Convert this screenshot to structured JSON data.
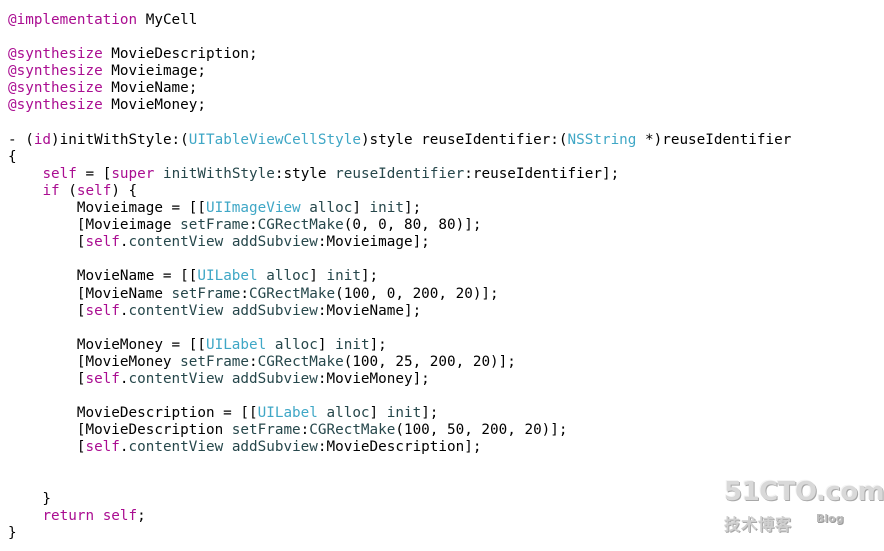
{
  "code_lines": [
    [
      {
        "t": "@implementation",
        "c": "kw"
      },
      {
        "t": " MyCell",
        "c": "plain"
      }
    ],
    [],
    [
      {
        "t": "@synthesize",
        "c": "kw"
      },
      {
        "t": " MovieDescription;",
        "c": "plain"
      }
    ],
    [
      {
        "t": "@synthesize",
        "c": "kw"
      },
      {
        "t": " Movieimage;",
        "c": "plain"
      }
    ],
    [
      {
        "t": "@synthesize",
        "c": "kw"
      },
      {
        "t": " MovieName;",
        "c": "plain"
      }
    ],
    [
      {
        "t": "@synthesize",
        "c": "kw"
      },
      {
        "t": " MovieMoney;",
        "c": "plain"
      }
    ],
    [],
    [
      {
        "t": "- (",
        "c": "plain"
      },
      {
        "t": "id",
        "c": "kw"
      },
      {
        "t": ")initWithStyle:(",
        "c": "plain"
      },
      {
        "t": "UITableViewCellStyle",
        "c": "cls"
      },
      {
        "t": ")style reuseIdentifier:(",
        "c": "plain"
      },
      {
        "t": "NSString",
        "c": "cls"
      },
      {
        "t": " *)reuseIdentifier",
        "c": "plain"
      }
    ],
    [
      {
        "t": "{",
        "c": "plain"
      }
    ],
    [
      {
        "t": "    ",
        "c": "plain"
      },
      {
        "t": "self",
        "c": "kw"
      },
      {
        "t": " = [",
        "c": "plain"
      },
      {
        "t": "super",
        "c": "kw"
      },
      {
        "t": " ",
        "c": "plain"
      },
      {
        "t": "initWithStyle",
        "c": "msg"
      },
      {
        "t": ":style ",
        "c": "plain"
      },
      {
        "t": "reuseIdentifier",
        "c": "msg"
      },
      {
        "t": ":reuseIdentifier];",
        "c": "plain"
      }
    ],
    [
      {
        "t": "    ",
        "c": "plain"
      },
      {
        "t": "if",
        "c": "kw"
      },
      {
        "t": " (",
        "c": "plain"
      },
      {
        "t": "self",
        "c": "kw"
      },
      {
        "t": ") {",
        "c": "plain"
      }
    ],
    [
      {
        "t": "        Movieimage = [[",
        "c": "plain"
      },
      {
        "t": "UIImageView",
        "c": "cls"
      },
      {
        "t": " ",
        "c": "plain"
      },
      {
        "t": "alloc",
        "c": "msg"
      },
      {
        "t": "] ",
        "c": "plain"
      },
      {
        "t": "init",
        "c": "msg"
      },
      {
        "t": "];",
        "c": "plain"
      }
    ],
    [
      {
        "t": "        [Movieimage ",
        "c": "plain"
      },
      {
        "t": "setFrame",
        "c": "msg"
      },
      {
        "t": ":",
        "c": "plain"
      },
      {
        "t": "CGRectMake",
        "c": "msg"
      },
      {
        "t": "(0, 0, 80, 80)];",
        "c": "plain"
      }
    ],
    [
      {
        "t": "        [",
        "c": "plain"
      },
      {
        "t": "self",
        "c": "kw"
      },
      {
        "t": ".",
        "c": "plain"
      },
      {
        "t": "contentView",
        "c": "msg"
      },
      {
        "t": " ",
        "c": "plain"
      },
      {
        "t": "addSubview",
        "c": "msg"
      },
      {
        "t": ":Movieimage];",
        "c": "plain"
      }
    ],
    [],
    [
      {
        "t": "        MovieName = [[",
        "c": "plain"
      },
      {
        "t": "UILabel",
        "c": "cls"
      },
      {
        "t": " ",
        "c": "plain"
      },
      {
        "t": "alloc",
        "c": "msg"
      },
      {
        "t": "] ",
        "c": "plain"
      },
      {
        "t": "init",
        "c": "msg"
      },
      {
        "t": "];",
        "c": "plain"
      }
    ],
    [
      {
        "t": "        [MovieName ",
        "c": "plain"
      },
      {
        "t": "setFrame",
        "c": "msg"
      },
      {
        "t": ":",
        "c": "plain"
      },
      {
        "t": "CGRectMake",
        "c": "msg"
      },
      {
        "t": "(100, 0, 200, 20)];",
        "c": "plain"
      }
    ],
    [
      {
        "t": "        [",
        "c": "plain"
      },
      {
        "t": "self",
        "c": "kw"
      },
      {
        "t": ".",
        "c": "plain"
      },
      {
        "t": "contentView",
        "c": "msg"
      },
      {
        "t": " ",
        "c": "plain"
      },
      {
        "t": "addSubview",
        "c": "msg"
      },
      {
        "t": ":MovieName];",
        "c": "plain"
      }
    ],
    [],
    [
      {
        "t": "        MovieMoney = [[",
        "c": "plain"
      },
      {
        "t": "UILabel",
        "c": "cls"
      },
      {
        "t": " ",
        "c": "plain"
      },
      {
        "t": "alloc",
        "c": "msg"
      },
      {
        "t": "] ",
        "c": "plain"
      },
      {
        "t": "init",
        "c": "msg"
      },
      {
        "t": "];",
        "c": "plain"
      }
    ],
    [
      {
        "t": "        [MovieMoney ",
        "c": "plain"
      },
      {
        "t": "setFrame",
        "c": "msg"
      },
      {
        "t": ":",
        "c": "plain"
      },
      {
        "t": "CGRectMake",
        "c": "msg"
      },
      {
        "t": "(100, 25, 200, 20)];",
        "c": "plain"
      }
    ],
    [
      {
        "t": "        [",
        "c": "plain"
      },
      {
        "t": "self",
        "c": "kw"
      },
      {
        "t": ".",
        "c": "plain"
      },
      {
        "t": "contentView",
        "c": "msg"
      },
      {
        "t": " ",
        "c": "plain"
      },
      {
        "t": "addSubview",
        "c": "msg"
      },
      {
        "t": ":MovieMoney];",
        "c": "plain"
      }
    ],
    [],
    [
      {
        "t": "        MovieDescription = [[",
        "c": "plain"
      },
      {
        "t": "UILabel",
        "c": "cls"
      },
      {
        "t": " ",
        "c": "plain"
      },
      {
        "t": "alloc",
        "c": "msg"
      },
      {
        "t": "] ",
        "c": "plain"
      },
      {
        "t": "init",
        "c": "msg"
      },
      {
        "t": "];",
        "c": "plain"
      }
    ],
    [
      {
        "t": "        [MovieDescription ",
        "c": "plain"
      },
      {
        "t": "setFrame",
        "c": "msg"
      },
      {
        "t": ":",
        "c": "plain"
      },
      {
        "t": "CGRectMake",
        "c": "msg"
      },
      {
        "t": "(100, 50, 200, 20)];",
        "c": "plain"
      }
    ],
    [
      {
        "t": "        [",
        "c": "plain"
      },
      {
        "t": "self",
        "c": "kw"
      },
      {
        "t": ".",
        "c": "plain"
      },
      {
        "t": "contentView",
        "c": "msg"
      },
      {
        "t": " ",
        "c": "plain"
      },
      {
        "t": "addSubview",
        "c": "msg"
      },
      {
        "t": ":MovieDescription];",
        "c": "plain"
      }
    ],
    [],
    [],
    [
      {
        "t": "    }",
        "c": "plain"
      }
    ],
    [
      {
        "t": "    ",
        "c": "plain"
      },
      {
        "t": "return",
        "c": "kw"
      },
      {
        "t": " ",
        "c": "plain"
      },
      {
        "t": "self",
        "c": "kw"
      },
      {
        "t": ";",
        "c": "plain"
      }
    ],
    [
      {
        "t": "}",
        "c": "plain"
      }
    ]
  ],
  "watermark": {
    "logo": "51CTO.com",
    "subtitle": "技术博客",
    "blog": "Blog"
  },
  "colors": {
    "keyword": "#aa0d91",
    "class": "#3fa7c6",
    "message": "#26474b",
    "plain": "#000000"
  }
}
